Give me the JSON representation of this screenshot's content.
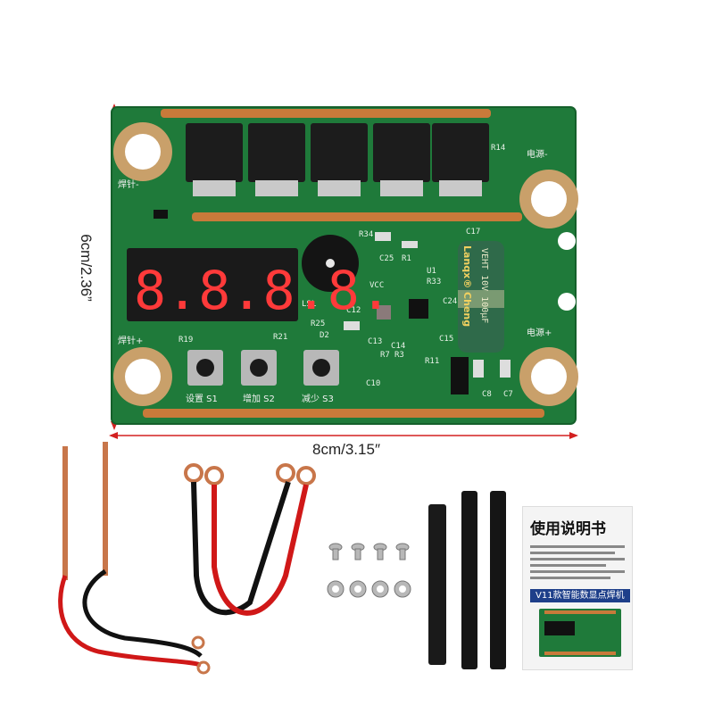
{
  "dimensions": {
    "height": "6cm/2.36”",
    "width": "8cm/3.15″"
  },
  "board": {
    "display_digits": "8.8.8.8.",
    "capacitor_brand": "Lanqx® Cheng",
    "capacitor_text": "VEHT 10V 100µF",
    "labels": {
      "weld_minus": "焊针-",
      "weld_plus": "焊针+",
      "power_minus": "电源-",
      "power_plus": "电源+",
      "btn_set": "设置 S1",
      "btn_inc": "增加 S2",
      "btn_dec": "减少 S3",
      "r14": "R14",
      "r34": "R34",
      "r33": "R33",
      "r25": "R25",
      "r19": "R19",
      "r21": "R21",
      "r1": "R1",
      "c25": "C25",
      "c17": "C17",
      "c12": "C12",
      "c13": "C13",
      "c14": "C14",
      "c15": "C15",
      "c24": "C24",
      "c8": "C8",
      "c7": "C7",
      "u1": "U1",
      "d2": "D2",
      "r7": "R7",
      "r3": "R3",
      "c10": "C10",
      "r11": "R11",
      "lsl": "LSL",
      "vcc": "VCC"
    }
  },
  "manual": {
    "title": "使用说明书",
    "subtitle": "V11款智能数显点焊机"
  },
  "colors": {
    "pcb": "#1f7a3a",
    "pad": "#c9a06a",
    "copper": "#c87a3a",
    "display": "#1a1a1a",
    "digit": "#ff3a3a"
  }
}
